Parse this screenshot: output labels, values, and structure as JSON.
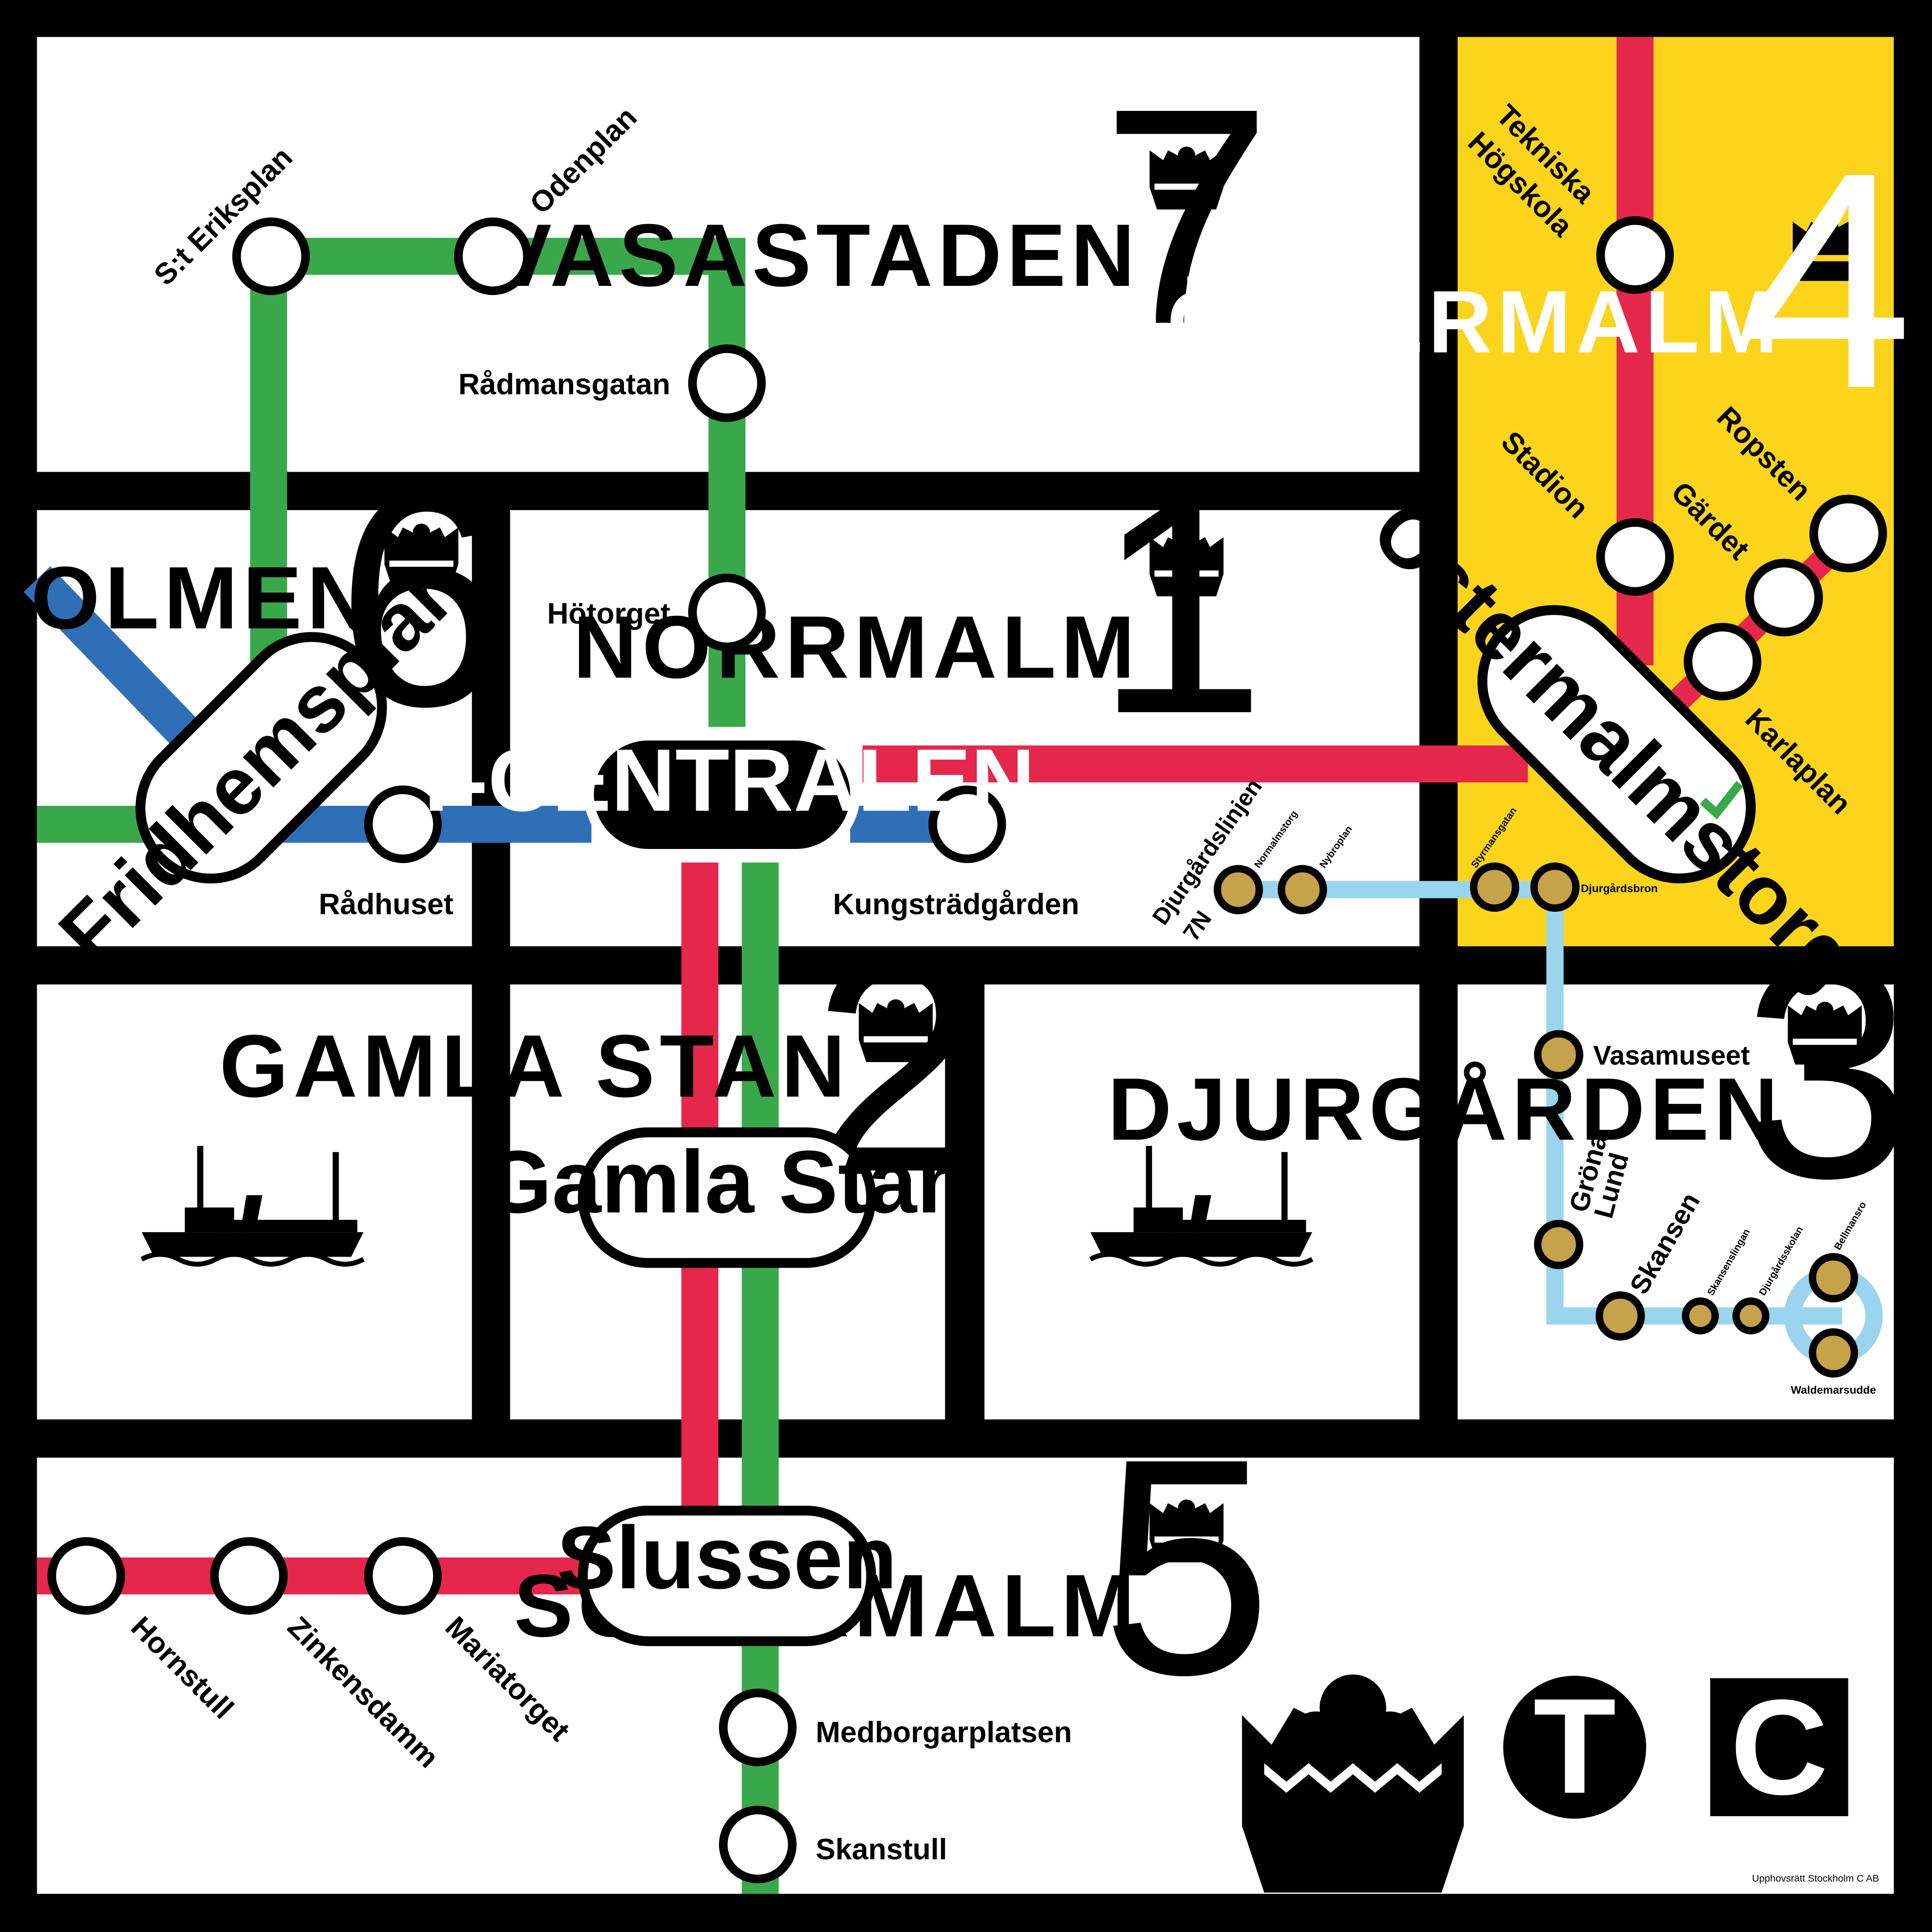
{
  "board": {
    "title": "Stockholm C",
    "colors": {
      "frame": "#000000",
      "cell": "#ffffff",
      "ostermalm_cell": "#fcd41c",
      "green_line": "#39a84a",
      "red_line": "#e5274b",
      "blue_line": "#2f6fb8",
      "ferry_line": "#9ad4ee",
      "ferry_stop": "#c6a24a",
      "check": "#39a84a"
    }
  },
  "districts": {
    "vasastaden": {
      "name": "VASASTADEN",
      "number": "7"
    },
    "kungsholmen": {
      "name": "KUNGSHOLMEN",
      "number": "6"
    },
    "norrmalm": {
      "name": "NORRMALM",
      "number": "1"
    },
    "ostermalm": {
      "name": "ÖSTERMALM",
      "number": "4"
    },
    "gamla_stan": {
      "name": "GAMLA STAN",
      "number": "2"
    },
    "djurgarden": {
      "name": "DJURGÅRDEN",
      "number": "3"
    },
    "sodermalm": {
      "name": "SÖDERMALM",
      "number": "5"
    }
  },
  "hubs": {
    "tcentralen": "T-CENTRALEN",
    "fridhemsplan": "Fridhemsplan",
    "ostermalmstorg": "Östermalmstorg",
    "gamla_stan": "Gamla Stan",
    "slussen": "Slussen"
  },
  "stations": {
    "st_eriksplan": "S:t Eriksplan",
    "odenplan": "Odenplan",
    "radmansgatan": "Rådmansgatan",
    "hotorget": "Hötorget",
    "radhuset": "Rådhuset",
    "kungstradgarden": "Kungsträdgården",
    "tekniska_1": "Tekniska",
    "tekniska_2": "Högskola",
    "stadion": "Stadion",
    "gardet": "Gärdet",
    "ropsten": "Ropsten",
    "karlaplan": "Karlaplan",
    "hornstull": "Hornstull",
    "zinkensdamm": "Zinkensdamm",
    "mariatorget": "Mariatorget",
    "medborgarplatsen": "Medborgarplatsen",
    "skanstull": "Skanstull"
  },
  "ferry": {
    "line_name": "Djurgårdslinjen",
    "line_code": "7N",
    "normalmstorg": "Normalmstorg",
    "nybroplan": "Nybroplan",
    "styrmansgatan": "Styrmansgatan",
    "djurgardsbron": "Djurgårdsbron",
    "vasamuseet": "Vasamuseet",
    "grona_1": "Gröna",
    "grona_2": "Lund",
    "skansen": "Skansen",
    "skansenslingan": "Skansenslingan",
    "djurgardsskolan": "Djurgårdsskolan",
    "bellmansro": "Bellmansro",
    "waldemarsudde": "Waldemarsudde"
  },
  "logos": {
    "t_letter": "T",
    "c_letter": "C"
  },
  "copyright": "Upphovsrätt Stockholm C AB"
}
